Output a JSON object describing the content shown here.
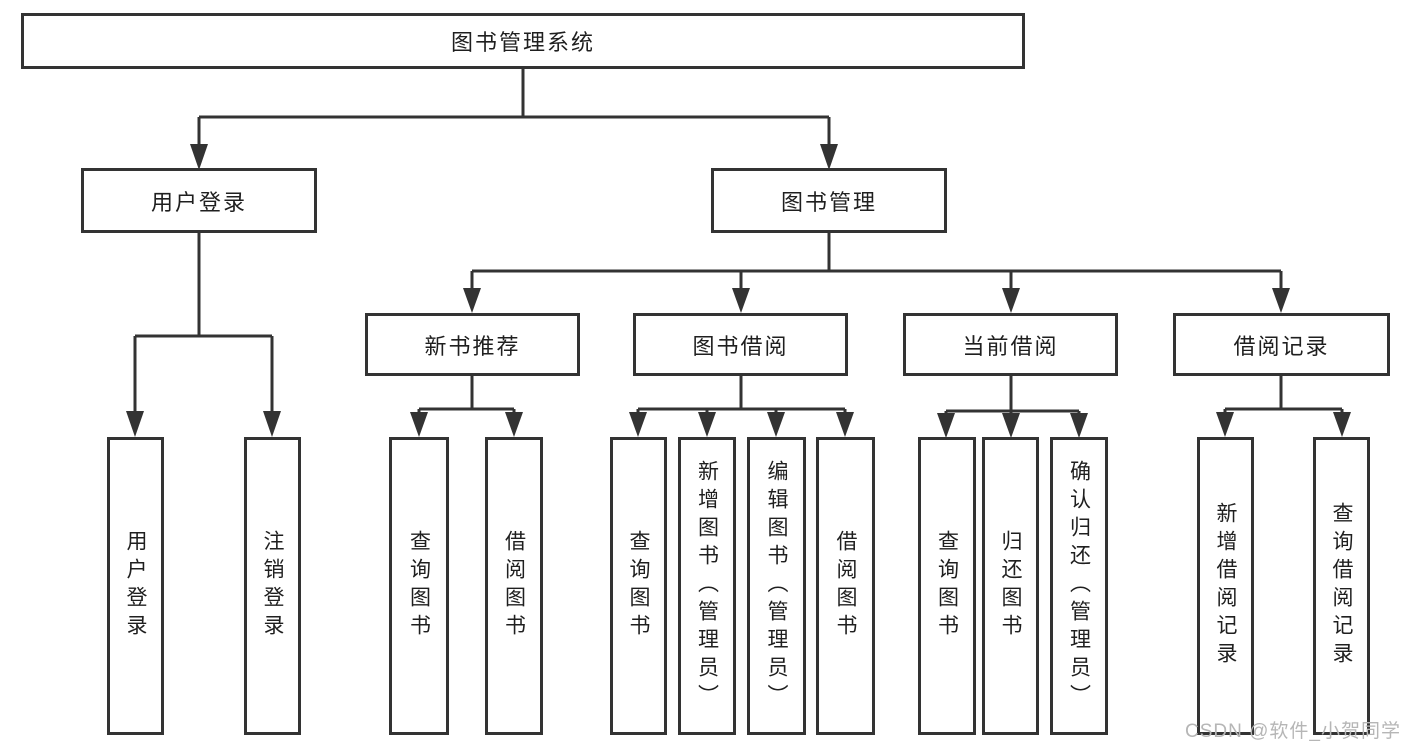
{
  "colors": {
    "line": "#333333",
    "text": "#1f1f1f",
    "watermark": "#b6b6b6",
    "background": "#ffffff"
  },
  "watermark": "CSDN @软件_小贺同学",
  "tree": {
    "root": {
      "label": "图书管理系统"
    },
    "branches": [
      {
        "label": "用户登录",
        "children": [
          {
            "label": "用户登录"
          },
          {
            "label": "注销登录"
          }
        ]
      },
      {
        "label": "图书管理",
        "children": [
          {
            "label": "新书推荐",
            "children": [
              {
                "label": "查询图书"
              },
              {
                "label": "借阅图书"
              }
            ]
          },
          {
            "label": "图书借阅",
            "children": [
              {
                "label": "查询图书"
              },
              {
                "label": "新增图书（管理员）"
              },
              {
                "label": "编辑图书（管理员）"
              },
              {
                "label": "借阅图书"
              }
            ]
          },
          {
            "label": "当前借阅",
            "children": [
              {
                "label": "查询图书"
              },
              {
                "label": "归还图书"
              },
              {
                "label": "确认归还（管理员）"
              }
            ]
          },
          {
            "label": "借阅记录",
            "children": [
              {
                "label": "新增借阅记录"
              },
              {
                "label": "查询借阅记录"
              }
            ]
          }
        ]
      }
    ]
  }
}
